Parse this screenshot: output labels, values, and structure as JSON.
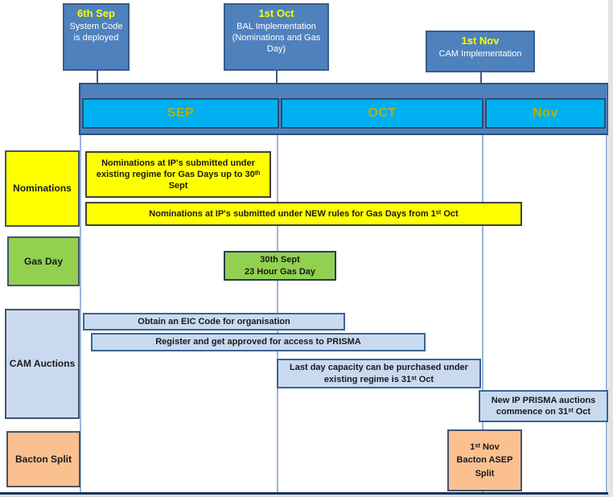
{
  "callouts": [
    {
      "date": "6th Sep",
      "label": "System Code is deployed"
    },
    {
      "date": "1st Oct",
      "label": "BAL Implementation (Nominations and Gas Day)"
    },
    {
      "date": "1st Nov",
      "label": "CAM Implementation"
    }
  ],
  "months": [
    {
      "label": "SEP"
    },
    {
      "label": "OCT"
    },
    {
      "label": "Nov"
    }
  ],
  "row_labels": [
    {
      "label": "Nominations"
    },
    {
      "label": "Gas Day"
    },
    {
      "label": "CAM Auctions"
    },
    {
      "label": "Bacton Split"
    }
  ],
  "bars": {
    "nominations_existing": "Nominations at IP's submitted under existing regime for Gas Days up to 30ᵗʰ Sept",
    "nominations_new": "Nominations at IP's submitted under NEW rules for Gas Days from 1ˢᵗ Oct",
    "gas_day_line1": "30th Sept",
    "gas_day_line2": "23 Hour Gas Day",
    "eic_code": "Obtain an EIC Code for organisation",
    "prisma_register": "Register and get approved for access to PRISMA",
    "last_day_capacity": "Last day capacity can be purchased under existing regime is 31ˢᵗ Oct",
    "new_auctions": "New IP PRISMA auctions commence on 31ˢᵗ Oct",
    "bacton_line1": "1ˢᵗ Nov",
    "bacton_line2": "Bacton ASEP",
    "bacton_line3": "Split"
  },
  "colors": {
    "steel_blue": "#4f81bd",
    "steel_blue_border": "#385d8a",
    "cyan": "#00b0f0",
    "month_text": "#b9ae00",
    "date_text": "#ffff00",
    "yellow": "#ffff00",
    "green": "#92d050",
    "light_blue": "#c9daf0",
    "orange": "#fac090",
    "grid_line": "#9ab5d9",
    "bottom_line": "#17375e"
  }
}
